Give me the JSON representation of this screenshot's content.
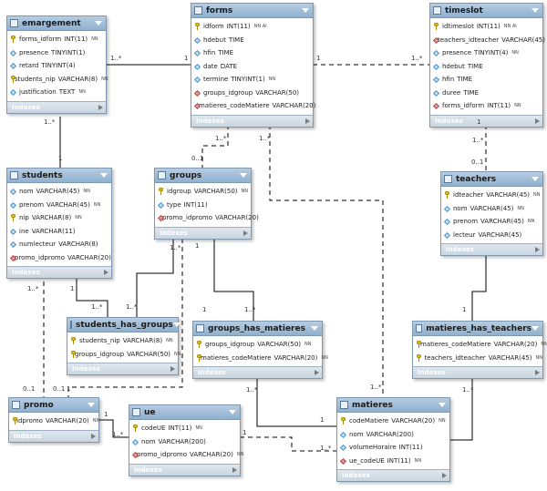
{
  "tables": {
    "emargement": {
      "name": "emargement",
      "columns": [
        {
          "kind": "pk",
          "name": "forms_idform",
          "type": "INT(11)",
          "flag": "NN"
        },
        {
          "kind": "col",
          "name": "presence",
          "type": "TINYINT(1)",
          "flag": ""
        },
        {
          "kind": "col",
          "name": "retard",
          "type": "TINYINT(4)",
          "flag": ""
        },
        {
          "kind": "pk",
          "name": "students_nip",
          "type": "VARCHAR(8)",
          "flag": "NN"
        },
        {
          "kind": "col",
          "name": "justification",
          "type": "TEXT",
          "flag": "NN"
        }
      ]
    },
    "forms": {
      "name": "forms",
      "columns": [
        {
          "kind": "pk",
          "name": "idform",
          "type": "INT(11)",
          "flag": "NN AI"
        },
        {
          "kind": "col",
          "name": "hdebut",
          "type": "TIME",
          "flag": ""
        },
        {
          "kind": "col",
          "name": "hfin",
          "type": "TIME",
          "flag": ""
        },
        {
          "kind": "col",
          "name": "date",
          "type": "DATE",
          "flag": ""
        },
        {
          "kind": "col",
          "name": "termine",
          "type": "TINYINT(1)",
          "flag": "NN"
        },
        {
          "kind": "fk",
          "name": "groups_idgroup",
          "type": "VARCHAR(50)",
          "flag": ""
        },
        {
          "kind": "fk",
          "name": "matieres_codeMatiere",
          "type": "VARCHAR(20)",
          "flag": ""
        }
      ]
    },
    "timeslot": {
      "name": "timeslot",
      "columns": [
        {
          "kind": "pk",
          "name": "idtimeslot",
          "type": "INT(11)",
          "flag": "NN AI"
        },
        {
          "kind": "fk",
          "name": "teachers_idteacher",
          "type": "VARCHAR(45)",
          "flag": ""
        },
        {
          "kind": "col",
          "name": "presence",
          "type": "TINYINT(4)",
          "flag": "NN"
        },
        {
          "kind": "col",
          "name": "hdebut",
          "type": "TIME",
          "flag": ""
        },
        {
          "kind": "col",
          "name": "hfin",
          "type": "TIME",
          "flag": ""
        },
        {
          "kind": "col",
          "name": "duree",
          "type": "TIME",
          "flag": ""
        },
        {
          "kind": "fk",
          "name": "forms_idform",
          "type": "INT(11)",
          "flag": "NN"
        }
      ]
    },
    "students": {
      "name": "students",
      "columns": [
        {
          "kind": "col",
          "name": "nom",
          "type": "VARCHAR(45)",
          "flag": "NN"
        },
        {
          "kind": "col",
          "name": "prenom",
          "type": "VARCHAR(45)",
          "flag": "NN"
        },
        {
          "kind": "pk",
          "name": "nip",
          "type": "VARCHAR(8)",
          "flag": "NN"
        },
        {
          "kind": "col",
          "name": "ine",
          "type": "VARCHAR(11)",
          "flag": ""
        },
        {
          "kind": "col",
          "name": "numlecteur",
          "type": "VARCHAR(8)",
          "flag": ""
        },
        {
          "kind": "fk",
          "name": "promo_idpromo",
          "type": "VARCHAR(20)",
          "flag": ""
        }
      ]
    },
    "groups": {
      "name": "groups",
      "columns": [
        {
          "kind": "pk",
          "name": "idgroup",
          "type": "VARCHAR(50)",
          "flag": "NN"
        },
        {
          "kind": "col",
          "name": "type",
          "type": "INT(11)",
          "flag": ""
        },
        {
          "kind": "fk",
          "name": "promo_idpromo",
          "type": "VARCHAR(20)",
          "flag": ""
        }
      ]
    },
    "teachers": {
      "name": "teachers",
      "columns": [
        {
          "kind": "pk",
          "name": "idteacher",
          "type": "VARCHAR(45)",
          "flag": "NN"
        },
        {
          "kind": "col",
          "name": "nom",
          "type": "VARCHAR(45)",
          "flag": "NN"
        },
        {
          "kind": "col",
          "name": "prenom",
          "type": "VARCHAR(45)",
          "flag": "NN"
        },
        {
          "kind": "col",
          "name": "lecteur",
          "type": "VARCHAR(45)",
          "flag": ""
        }
      ]
    },
    "students_has_groups": {
      "name": "students_has_groups",
      "columns": [
        {
          "kind": "pk",
          "name": "students_nip",
          "type": "VARCHAR(8)",
          "flag": "NN"
        },
        {
          "kind": "pk",
          "name": "groups_idgroup",
          "type": "VARCHAR(50)",
          "flag": "NN"
        }
      ]
    },
    "groups_has_matieres": {
      "name": "groups_has_matieres",
      "columns": [
        {
          "kind": "pk",
          "name": "groups_idgroup",
          "type": "VARCHAR(50)",
          "flag": "NN"
        },
        {
          "kind": "pk",
          "name": "matieres_codeMatiere",
          "type": "VARCHAR(20)",
          "flag": "NN"
        }
      ]
    },
    "matieres_has_teachers": {
      "name": "matieres_has_teachers",
      "columns": [
        {
          "kind": "pk",
          "name": "matieres_codeMatiere",
          "type": "VARCHAR(20)",
          "flag": "NN"
        },
        {
          "kind": "pk",
          "name": "teachers_idteacher",
          "type": "VARCHAR(45)",
          "flag": "NN"
        }
      ]
    },
    "promo": {
      "name": "promo",
      "columns": [
        {
          "kind": "pk",
          "name": "idpromo",
          "type": "VARCHAR(20)",
          "flag": "NN"
        }
      ]
    },
    "ue": {
      "name": "ue",
      "columns": [
        {
          "kind": "pk",
          "name": "codeUE",
          "type": "INT(11)",
          "flag": "NN"
        },
        {
          "kind": "col",
          "name": "nom",
          "type": "VARCHAR(200)",
          "flag": ""
        },
        {
          "kind": "fk",
          "name": "promo_idpromo",
          "type": "VARCHAR(20)",
          "flag": "NN"
        }
      ]
    },
    "matieres": {
      "name": "matieres",
      "columns": [
        {
          "kind": "pk",
          "name": "codeMatiere",
          "type": "VARCHAR(20)",
          "flag": "NN"
        },
        {
          "kind": "col",
          "name": "nom",
          "type": "VARCHAR(200)",
          "flag": ""
        },
        {
          "kind": "col",
          "name": "volumeHoraire",
          "type": "INT(11)",
          "flag": ""
        },
        {
          "kind": "fk",
          "name": "ue_codeUE",
          "type": "INT(11)",
          "flag": "NN"
        }
      ]
    }
  },
  "indexes_label": "Indexes",
  "cardinalities": {
    "c01": "1..*",
    "c02": "1",
    "c03": "1",
    "c04": "1..*",
    "c05": "1..*",
    "c06": "1",
    "c07": "0..1",
    "c08": "1..*",
    "c09": "1..*",
    "c10": "1",
    "c11": "1..*",
    "c12": "0..1",
    "c13": "1",
    "c14": "1..*",
    "c15": "1..*",
    "c16": "1",
    "c17": "1..*",
    "c18": "1..*",
    "c19": "0..1",
    "c20": "0..1",
    "c21": "1",
    "c22": "1..*",
    "c23": "1",
    "c24": "1",
    "c25": "1..*",
    "c26": "1",
    "c27": "1..*",
    "c28": "1..*",
    "c29": "1"
  }
}
